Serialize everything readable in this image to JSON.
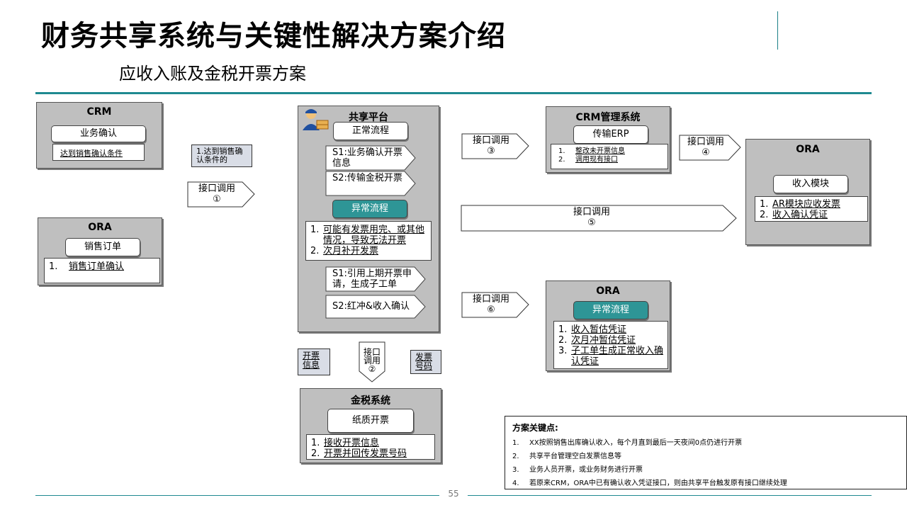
{
  "header": {
    "title": "财务共享系统与关键性解决方案介绍",
    "subtitle": "应收入账及金税开票方案"
  },
  "crm": {
    "title": "CRM",
    "pill": "业务确认",
    "condition": "达到销售确认条件"
  },
  "note1": "1.达到销售确认条件的",
  "arrow1": {
    "line1": "接口调用",
    "line2": "①"
  },
  "ora_left": {
    "title": "ORA",
    "pill": "销售订单",
    "items": [
      {
        "n": "1.",
        "text": "销售订单确认"
      }
    ]
  },
  "shared": {
    "title": "共享平台",
    "normal": "正常流程",
    "s1": "S1:业务确认开票信息",
    "s2": "S2:传输金税开票",
    "abnormal": "异常流程",
    "items": [
      {
        "n": "1.",
        "text": "可能有发票用完、或其他情况，导致无法开票"
      },
      {
        "n": "2.",
        "text": "次月补开发票"
      }
    ],
    "s1b": "S1:引用上期开票申请，生成子工单",
    "s2b": "S2:红冲&收入确认"
  },
  "invoice_info": "开票信息",
  "arrow2": {
    "line1": "接口",
    "line2": "调用",
    "line3": "②"
  },
  "invoice_no": "发票号码",
  "golden_tax": {
    "title": "金税系统",
    "pill": "纸质开票",
    "items": [
      {
        "n": "1.",
        "text": "接收开票信息"
      },
      {
        "n": "2.",
        "text": "开票并回传发票号码"
      }
    ]
  },
  "arrow3": {
    "line1": "接口调用",
    "line2": "③"
  },
  "crm_mgmt": {
    "title": "CRM管理系统",
    "pill": "传输ERP",
    "items": [
      {
        "n": "1.",
        "text": "整改未开票信息"
      },
      {
        "n": "2.",
        "text": "调用现有接口"
      }
    ]
  },
  "arrow4": {
    "line1": "接口调用",
    "line2": "④"
  },
  "arrow5": {
    "line1": "接口调用",
    "line2": "⑤"
  },
  "ora_right": {
    "title": "ORA",
    "pill": "收入模块",
    "items": [
      {
        "n": "1.",
        "text": "AR模块应收发票"
      },
      {
        "n": "2.",
        "text": "收入确认凭证"
      }
    ]
  },
  "arrow6": {
    "line1": "接口调用",
    "line2": "⑥"
  },
  "ora_bottom": {
    "title": "ORA",
    "pill": "异常流程",
    "items": [
      {
        "n": "1.",
        "text": "收入暂估凭证"
      },
      {
        "n": "2.",
        "text": "次月冲暂估凭证"
      },
      {
        "n": "3.",
        "text": "子工单生成正常收入确认凭证"
      }
    ]
  },
  "notes": {
    "heading": "方案关键点:",
    "items": [
      {
        "n": "1.",
        "text": "XX按照销售出库确认收入，每个月直到最后一天夜间0点仍进行开票"
      },
      {
        "n": "2.",
        "text": "共享平台管理空白发票信息等"
      },
      {
        "n": "3.",
        "text": "业务人员开票，或业务财务进行开票"
      },
      {
        "n": "4.",
        "text": "若原来CRM，ORA中已有确认收入凭证接口，则由共享平台触发原有接口继续处理"
      }
    ]
  },
  "page_number": "55"
}
